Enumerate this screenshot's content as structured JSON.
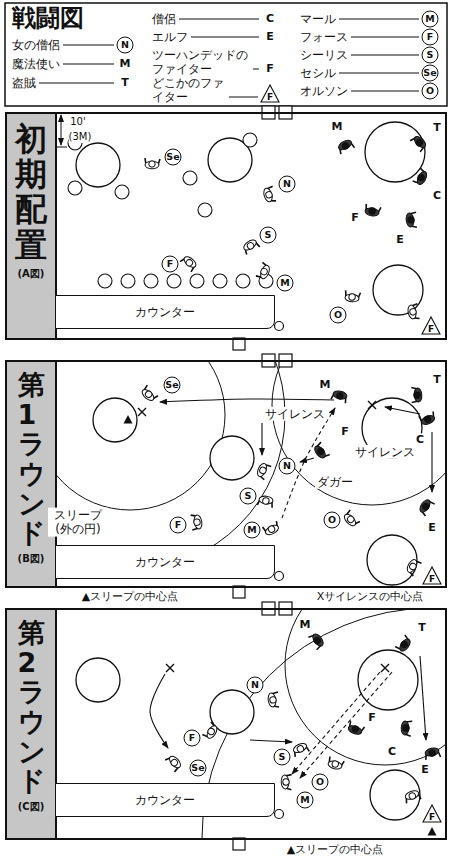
{
  "diagram": {
    "title": "戦闘図",
    "nodes": [
      {
        "text": [
          "初期配置",
          "(A図)"
        ]
      },
      {
        "text": [
          "カウンター"
        ],
        "in": 0
      },
      {
        "text": [
          "第1ラウンド",
          "(B図)"
        ]
      },
      {
        "text": [
          "カウンター"
        ],
        "in": 2
      },
      {
        "text": [
          "第2ラウンド",
          "(C図)"
        ]
      },
      {
        "text": [
          "カウンター"
        ],
        "in": 4
      }
    ],
    "labels": [
      "N",
      "M",
      "T",
      "C",
      "E",
      "F",
      "F",
      "M",
      "F",
      "S",
      "Se",
      "O",
      "10'",
      "(3M)",
      "Se",
      "N",
      "S",
      "F",
      "M",
      "O",
      "F",
      "M",
      "T",
      "C",
      "F",
      "E",
      "Se",
      "N",
      "S",
      "F",
      "M",
      "O",
      "F",
      "M",
      "T",
      "C",
      "F",
      "E",
      "サイレンス",
      "サイレンス",
      "ダガー",
      "スリープ (外の円)",
      "▲スリープの中心点",
      "Xサイレンスの中心点",
      "M",
      "T",
      "F",
      "C",
      "E",
      "N",
      "S",
      "Se",
      "F",
      "O",
      "M",
      "F",
      "▲スリープの中心点"
    ],
    "legend": [
      {
        "text": "女の僧侶"
      },
      {
        "text": "魔法使い"
      },
      {
        "text": "盗賊"
      },
      {
        "text": "僧侶"
      },
      {
        "text": "エルフ"
      },
      {
        "text": "ツーハンデッドのファイター"
      },
      {
        "text": "どこかのファイター"
      },
      {
        "text": "マール"
      },
      {
        "text": "フォース"
      },
      {
        "text": "シーリス"
      },
      {
        "text": "セシル"
      },
      {
        "text": "オルソン"
      }
    ]
  }
}
